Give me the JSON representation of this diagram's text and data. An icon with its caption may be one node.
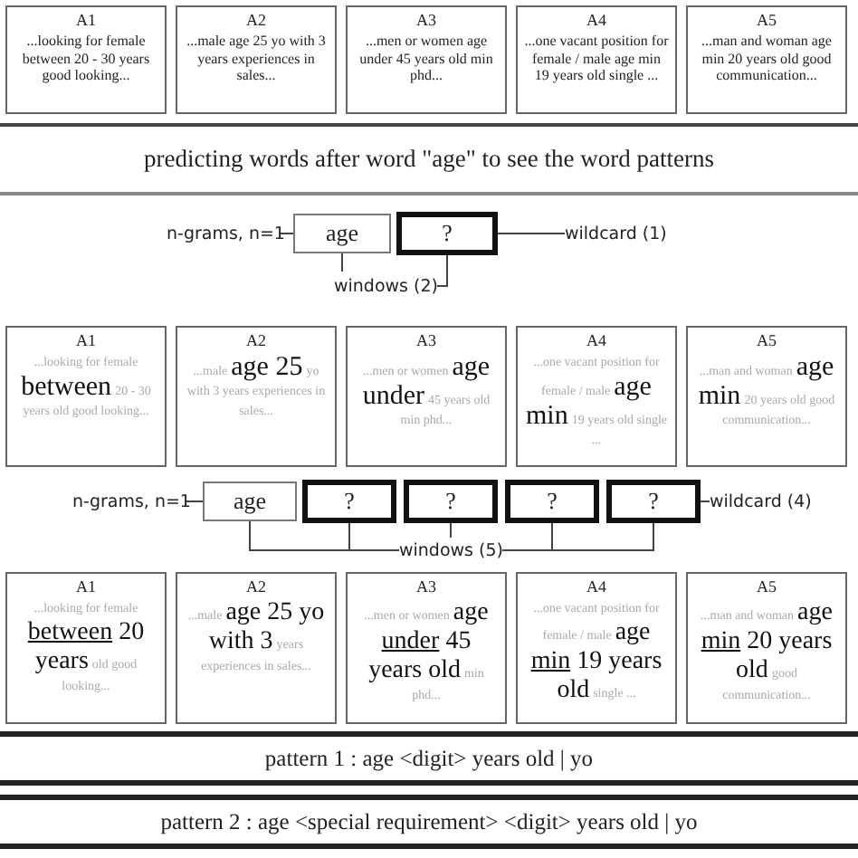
{
  "diagram": {
    "nodes": [
      {
        "text": [
          "A1",
          "...looking for female between 20 - 30 years good looking..."
        ]
      },
      {
        "text": [
          "A2",
          "...male age 25 yo with 3 years experiences in sales..."
        ]
      },
      {
        "text": [
          "A3",
          "...men or women age under 45 years old min phd..."
        ]
      },
      {
        "text": [
          "A4",
          "...one vacant position for female / male age min 19 years old single ..."
        ]
      },
      {
        "text": [
          "A5",
          "...man and woman age min 20 years old good communication..."
        ]
      },
      {
        "text": [
          "predicting words after word \"age\" to see the word patterns"
        ]
      },
      {
        "text": [
          "n-grams, n=1"
        ]
      },
      {
        "text": [
          "age"
        ]
      },
      {
        "text": [
          "?"
        ]
      },
      {
        "text": [
          "wildcard (1)"
        ]
      },
      {
        "text": [
          "windows (2)"
        ]
      },
      {
        "text": [
          "A1",
          "...looking for female",
          "between",
          "20 - 30 years old good looking..."
        ]
      },
      {
        "text": [
          "A2",
          "...male",
          "age 25",
          "yo with 3 years experiences in sales..."
        ]
      },
      {
        "text": [
          "A3",
          "...men or women",
          "age under",
          "45 years old min phd..."
        ]
      },
      {
        "text": [
          "A4",
          "...one vacant position for female / male",
          "age min",
          "19 years old single ..."
        ]
      },
      {
        "text": [
          "A5",
          "...man and woman",
          "age min",
          "20 years old good communication..."
        ]
      },
      {
        "text": [
          "n-grams, n=1"
        ]
      },
      {
        "text": [
          "age"
        ]
      },
      {
        "text": [
          "?"
        ]
      },
      {
        "text": [
          "?"
        ]
      },
      {
        "text": [
          "?"
        ]
      },
      {
        "text": [
          "?"
        ]
      },
      {
        "text": [
          "wildcard (4)"
        ]
      },
      {
        "text": [
          "windows (5)"
        ]
      },
      {
        "text": [
          "A1",
          "...looking for female",
          "*between* 20 years",
          "old good looking..."
        ]
      },
      {
        "text": [
          "A2",
          "...male",
          "age 25 yo with 3",
          "years experiences in sales..."
        ]
      },
      {
        "text": [
          "A3",
          "...men or women",
          "age *under* 45 years old",
          "min phd..."
        ]
      },
      {
        "text": [
          "A4",
          "...one vacant position for female / male",
          "age *min* 19 years old",
          "single ..."
        ]
      },
      {
        "text": [
          "A5",
          "...man and woman",
          "age *min* 20 years old",
          "good communication..."
        ]
      },
      {
        "text": [
          "pattern 1 : age <digit> years old | yo"
        ]
      },
      {
        "text": [
          "pattern 2 : age <special requirement> <digit> years old | yo"
        ]
      }
    ],
    "edges": [
      {
        "from": 6,
        "to": 7,
        "arrow": "none"
      },
      {
        "from": 9,
        "to": 8,
        "arrow": "none"
      },
      {
        "from": 10,
        "to": 7,
        "arrow": "none"
      },
      {
        "from": 10,
        "to": 8,
        "arrow": "none"
      },
      {
        "from": 16,
        "to": 17,
        "arrow": "none"
      },
      {
        "from": 22,
        "to": 21,
        "arrow": "none"
      },
      {
        "from": 23,
        "to": 17,
        "arrow": "none"
      },
      {
        "from": 23,
        "to": 18,
        "arrow": "none"
      },
      {
        "from": 23,
        "to": 19,
        "arrow": "none"
      },
      {
        "from": 23,
        "to": 20,
        "arrow": "none"
      },
      {
        "from": 23,
        "to": 21,
        "arrow": "none"
      }
    ]
  }
}
